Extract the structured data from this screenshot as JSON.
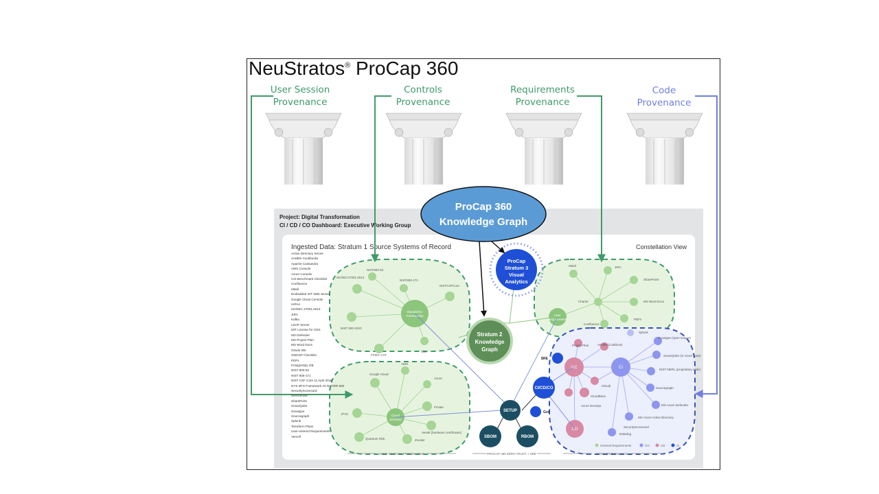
{
  "title": {
    "brand": "NeuStratos",
    "reg": "®",
    "product": "ProCap 360"
  },
  "pillars": [
    {
      "line1": "User Session",
      "line2": "Provenance"
    },
    {
      "line1": "Controls",
      "line2": "Provenance"
    },
    {
      "line1": "Requirements",
      "line2": "Provenance"
    },
    {
      "line1": "Code",
      "line2": "Provenance"
    }
  ],
  "callout": {
    "line1": "ProCap 360",
    "line2": "Knowledge Graph"
  },
  "dashboard": {
    "project": "Project: Digital Transformation",
    "subtitle": "CI / CD / CO Dashboard: Executive Working Group",
    "panel_title": "Ingested Data: Stratum 1 Source Systems of Record",
    "view": "Constellation View"
  },
  "source_systems": [
    "Active Directory Server",
    "Ansible Cookbooks",
    "Apache Cassandra",
    "AWS Console",
    "Azure Console",
    "CIS Benchmark Checklist",
    "Confluence",
    "eMail",
    "Embedded IOT Web Server",
    "Google Cloud Console",
    "HIPAA",
    "ISO/IEC 27001:2013",
    "JIRA",
    "Kafka",
    "LDAP Server",
    "MIT License for OSS",
    "MS Defender",
    "MS Project Plan",
    "MS Word Docs",
    "Oracle DB",
    "OWASP Checklist",
    "PDFs",
    "PostgreSQL DB",
    "NIST 800-53",
    "NIST 800-171",
    "NIST CSF Core 11 April 2018",
    "NYS DFS Framework 23 NYCRR 500",
    "SecurityScorecard",
    "Servicenow",
    "SharePoint",
    "SonarQube",
    "Sonatype",
    "Sourcegraph",
    "Splunk",
    "Terraform Plans",
    "User-entered Requirements",
    "Vercell"
  ],
  "hubs": {
    "stratum3": {
      "l1": "ProCap",
      "l2": "Stratum 3",
      "l3": "Visual",
      "l4": "Analytics"
    },
    "stratum2": {
      "l1": "Stratum 2",
      "l2": "Knowledge",
      "l3": "Graph"
    },
    "standards": {
      "l1": "Standards /",
      "l2": "Frameworks"
    },
    "cloud": {
      "l1": "Cloud",
      "l2": "Services"
    },
    "userreq": {
      "l1": "User",
      "l2": "Requirements"
    },
    "cicd": "CI/CD/CO",
    "setup": "SETUP",
    "sbom": "SBOM",
    "rbom": "RBOM",
    "iac": "IaC",
    "ci": "CI",
    "co": "CO",
    "sre": "SRE",
    "gov": "Gov"
  },
  "standards_nodes": [
    "NIST800-53",
    "NIST800-171",
    "ISO/IEC27001:2013",
    "NISTCSFCore",
    "NIST 800-204C",
    "FFIEC CAT",
    "CIS"
  ],
  "cloud_nodes": [
    "Google Cloud",
    "AWS",
    "Azure",
    "IPV6",
    "Private",
    "Quantum Risk",
    "Zscaler",
    "Vesalt (hardware certificates)"
  ],
  "req_nodes": [
    "eMail",
    "JIRA",
    "SharePoint",
    "Charter",
    "MS Word Docs",
    "Confluence",
    "PDFs",
    "Splunk"
  ],
  "code_nodes": [
    "Project Plan",
    "Ansible Cookbook",
    "Sonatype (open source)",
    "SonarQube (in Azure code)",
    "NIST-NERL (proprietary code)",
    "Sourcegraph",
    "GitLab",
    "CloudBees",
    "MS Azure Defender",
    "Azure DevOps",
    "MS Azure Active Directory",
    "SecurityScorecard",
    "Datadog"
  ],
  "footer": {
    "left": "USER SESSION PROVENANCE",
    "mid": "PROCAP 360 ZERO TRUST + SRE",
    "right": "CODE PROVENANCE"
  },
  "legend": [
    "General Requirements",
    "CO",
    "CD",
    "CI"
  ],
  "colors": {
    "green": "#3f9a6a",
    "blue": "#6f7fe0",
    "callout": "#5b9bd5",
    "stratum3": "#1e4fd6",
    "dark_teal": "#1c4e63"
  }
}
